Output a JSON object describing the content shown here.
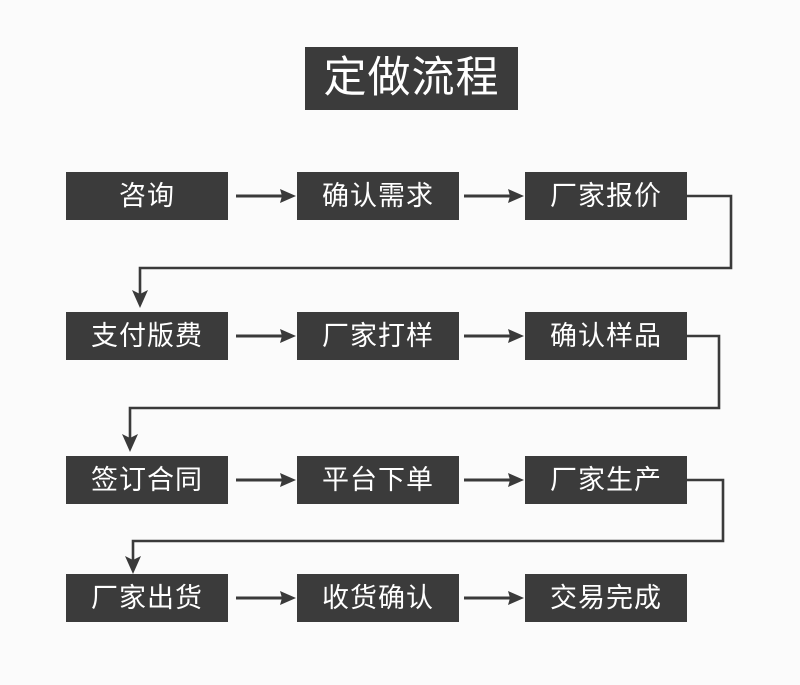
{
  "title": {
    "text": "定做流程"
  },
  "colors": {
    "box_fill": "#3b3b3b",
    "box_text": "#ffffff",
    "connector": "#3a3a3a",
    "background": "#fbfbfb"
  },
  "flow": {
    "rows": [
      {
        "steps": [
          {
            "label": "咨询"
          },
          {
            "label": "确认需求"
          },
          {
            "label": "厂家报价"
          }
        ]
      },
      {
        "steps": [
          {
            "label": "支付版费"
          },
          {
            "label": "厂家打样"
          },
          {
            "label": "确认样品"
          }
        ]
      },
      {
        "steps": [
          {
            "label": "签订合同"
          },
          {
            "label": "平台下单"
          },
          {
            "label": "厂家生产"
          }
        ]
      },
      {
        "steps": [
          {
            "label": "厂家出货"
          },
          {
            "label": "收货确认"
          },
          {
            "label": "交易完成"
          }
        ]
      }
    ],
    "inline_arrows": [
      {
        "from": "咨询",
        "to": "确认需求"
      },
      {
        "from": "确认需求",
        "to": "厂家报价"
      },
      {
        "from": "支付版费",
        "to": "厂家打样"
      },
      {
        "from": "厂家打样",
        "to": "确认样品"
      },
      {
        "from": "签订合同",
        "to": "平台下单"
      },
      {
        "from": "平台下单",
        "to": "厂家生产"
      },
      {
        "from": "厂家出货",
        "to": "收货确认"
      },
      {
        "from": "收货确认",
        "to": "交易完成"
      }
    ],
    "wrap_arrows": [
      {
        "from": "厂家报价",
        "to": "支付版费"
      },
      {
        "from": "确认样品",
        "to": "签订合同"
      },
      {
        "from": "厂家生产",
        "to": "厂家出货"
      }
    ]
  }
}
